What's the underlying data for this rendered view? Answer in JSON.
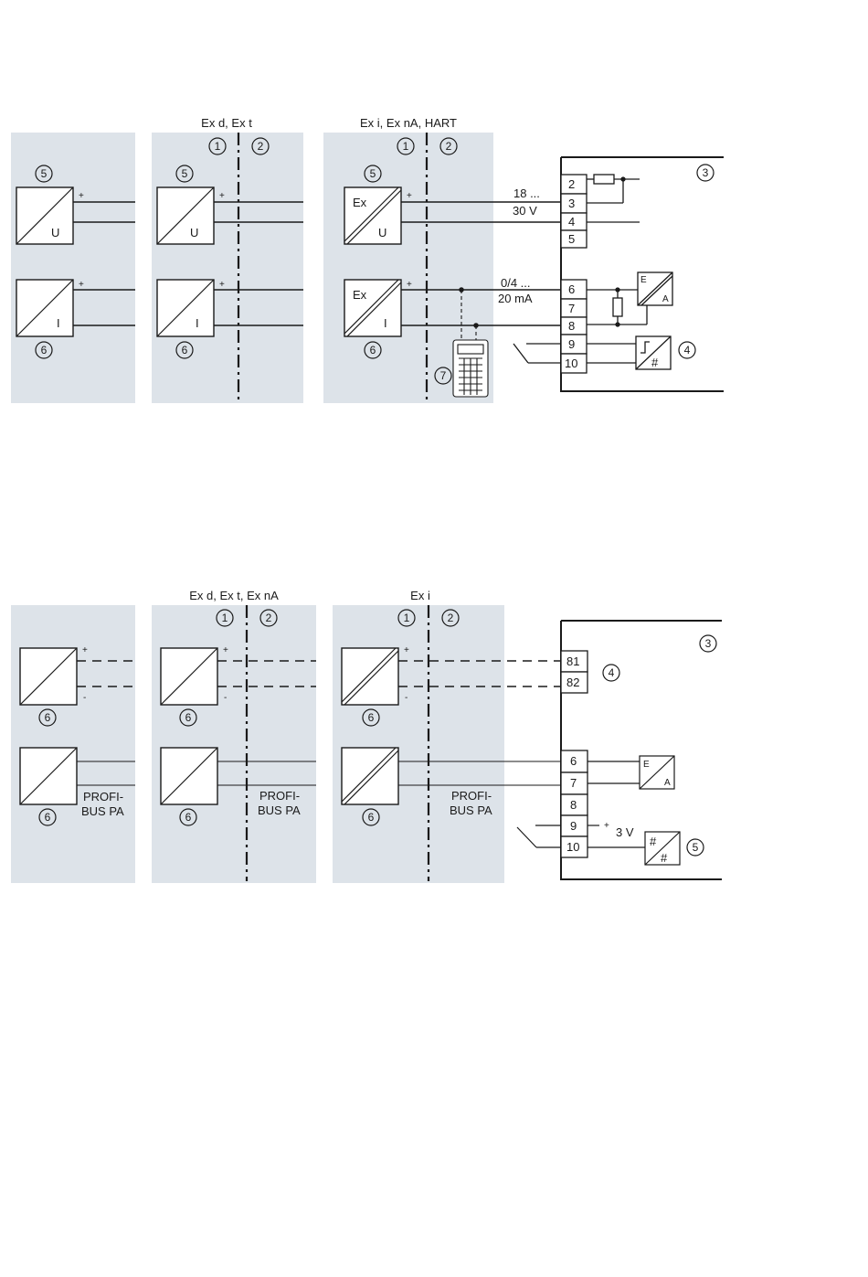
{
  "colors": {
    "zone_fill": "#dde3e9",
    "line": "#1a1a1a",
    "background": "#ffffff"
  },
  "callout_numbers": [
    "1",
    "2",
    "3",
    "4",
    "5",
    "6",
    "7"
  ],
  "diagram1": {
    "header_ex_d": "Ex d, Ex t",
    "header_ex_i": "Ex i, Ex nA, HART",
    "voltage_range_line1": "18 ...",
    "voltage_range_line2": "30 V",
    "current_range_line1": "0/4 ...",
    "current_range_line2": "20 mA",
    "sensor_u": "U",
    "sensor_i": "I",
    "sensor_ex": "Ex",
    "plus": "+",
    "terminals": [
      "2",
      "3",
      "4",
      "5",
      "6",
      "7",
      "8",
      "9",
      "10"
    ],
    "converter_e": "E",
    "converter_a": "A",
    "pulse_symbol": "#"
  },
  "diagram2": {
    "header_ex_d": "Ex d, Ex t, Ex nA",
    "header_ex_i": "Ex i",
    "profibus_line1": "PROFI-",
    "profibus_line2": "BUS PA",
    "plus": "+",
    "minus": "-",
    "terminals_top": [
      "81",
      "82"
    ],
    "terminals": [
      "6",
      "7",
      "8",
      "9",
      "10"
    ],
    "converter_e": "E",
    "converter_a": "A",
    "pulse_symbol": "#",
    "voltage_label": "3 V"
  }
}
